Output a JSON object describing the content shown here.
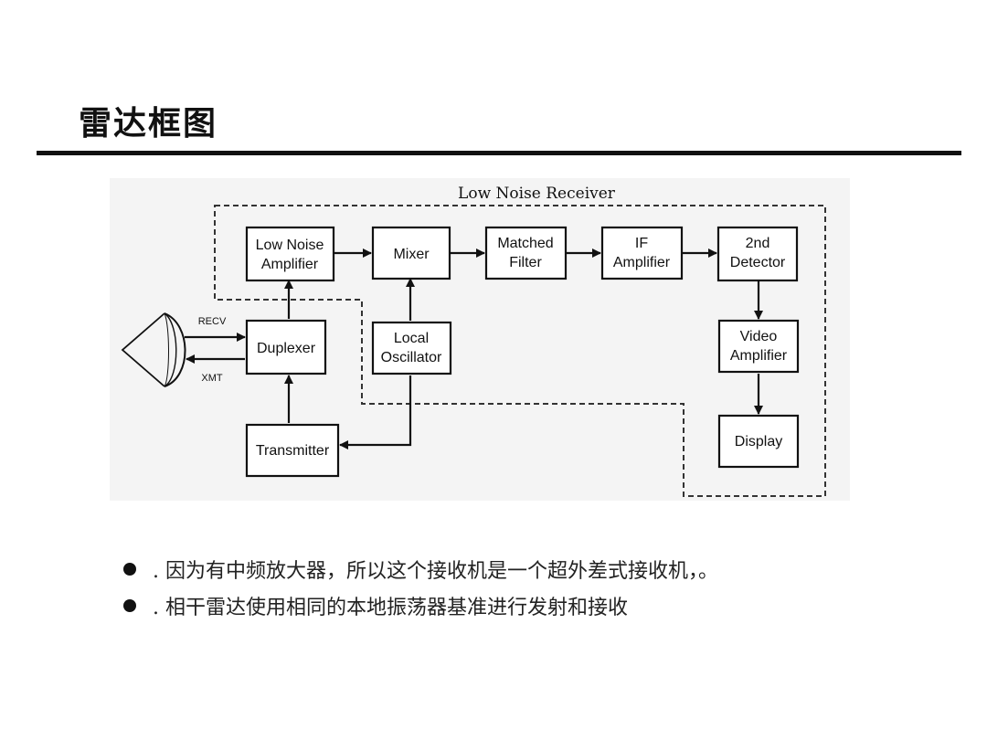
{
  "slide": {
    "title": "雷达框图"
  },
  "diagram": {
    "receiver_label": "Low Noise Receiver",
    "blocks": {
      "lna": [
        "Low Noise",
        "Amplifier"
      ],
      "mixer": [
        "Mixer"
      ],
      "matched_filter": [
        "Matched",
        "Filter"
      ],
      "if_amplifier": [
        "IF",
        "Amplifier"
      ],
      "second_detector": [
        "2nd",
        "Detector"
      ],
      "duplexer": [
        "Duplexer"
      ],
      "local_oscillator": [
        "Local",
        "Oscillator"
      ],
      "video_amplifier": [
        "Video",
        "Amplifier"
      ],
      "transmitter": [
        "Transmitter"
      ],
      "display": [
        "Display"
      ]
    },
    "recv_label": "RECV",
    "xmt_label": "XMT"
  },
  "bullets": [
    ". 因为有中频放大器，所以这个接收机是一个超外差式接收机，。",
    ". 相干雷达使用相同的本地振荡器基准进行发射和接收"
  ]
}
